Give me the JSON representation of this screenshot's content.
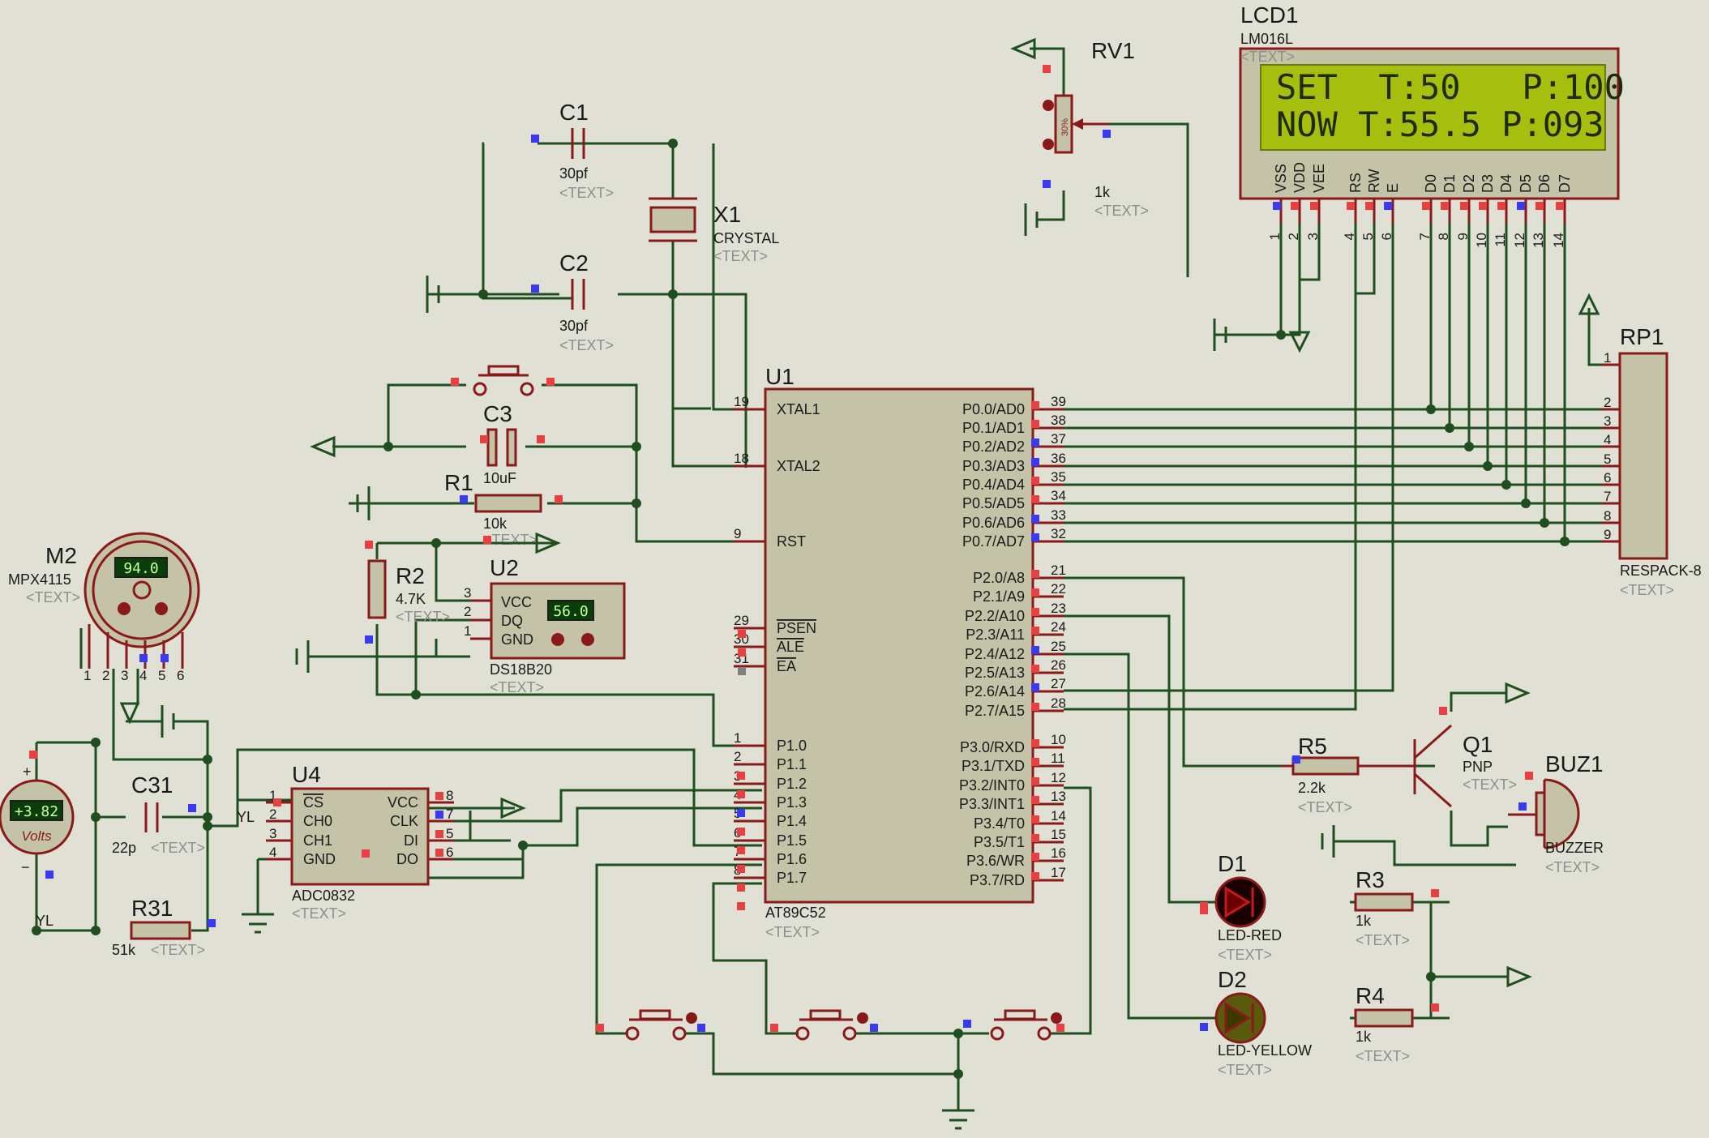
{
  "lcd": {
    "ref": "LCD1",
    "model": "LM016L",
    "text": "<TEXT>",
    "line1": "SET  T:50   P:100",
    "line2": "NOW T:55.5 P:093",
    "pin_names": [
      "VSS",
      "VDD",
      "VEE",
      "RS",
      "RW",
      "E",
      "D0",
      "D1",
      "D2",
      "D3",
      "D4",
      "D5",
      "D6",
      "D7"
    ],
    "pin_numbers": [
      "1",
      "2",
      "3",
      "4",
      "5",
      "6",
      "7",
      "8",
      "9",
      "10",
      "11",
      "12",
      "13",
      "14"
    ]
  },
  "rv1": {
    "ref": "RV1",
    "value": "1k",
    "text": "<TEXT>",
    "percent": "30%"
  },
  "c1": {
    "ref": "C1",
    "value": "30pf",
    "text": "<TEXT>"
  },
  "c2": {
    "ref": "C2",
    "value": "30pf",
    "text": "<TEXT>"
  },
  "x1": {
    "ref": "X1",
    "value": "CRYSTAL",
    "text": "<TEXT>"
  },
  "c3": {
    "ref": "C3",
    "value": "10uF"
  },
  "r1": {
    "ref": "R1",
    "value": "10k",
    "text": "<TEXT>"
  },
  "r2": {
    "ref": "R2",
    "value": "4.7K",
    "text": "<TEXT>"
  },
  "u2": {
    "ref": "U2",
    "model": "DS18B20",
    "text": "<TEXT>",
    "reading": "56.0",
    "pins": [
      "VCC",
      "DQ",
      "GND"
    ],
    "pin_numbers": [
      "3",
      "2",
      "1"
    ]
  },
  "m2": {
    "ref": "M2",
    "model": "MPX4115",
    "text": "<TEXT>",
    "reading": "94.0",
    "pin_numbers": [
      "1",
      "2",
      "3",
      "4",
      "5",
      "6"
    ]
  },
  "voltmeter": {
    "reading": "+3.82",
    "unit": "Volts",
    "plus": "+",
    "minus": "−"
  },
  "c31": {
    "ref": "C31",
    "value": "22p",
    "text": "<TEXT>"
  },
  "r31": {
    "ref": "R31",
    "value": "51k",
    "text": "<TEXT>"
  },
  "net_yl": "YL",
  "u4": {
    "ref": "U4",
    "model": "ADC0832",
    "text": "<TEXT>",
    "left_pins": [
      "CS",
      "CH0",
      "CH1",
      "GND"
    ],
    "left_numbers": [
      "1",
      "2",
      "3",
      "4"
    ],
    "right_pins": [
      "VCC",
      "CLK",
      "DI",
      "DO"
    ],
    "right_numbers": [
      "8",
      "7",
      "5",
      "6"
    ]
  },
  "u1": {
    "ref": "U1",
    "model": "AT89C52",
    "text": "<TEXT>",
    "left_pins": [
      {
        "name": "XTAL1",
        "num": "19"
      },
      {
        "name": "XTAL2",
        "num": "18"
      },
      {
        "name": "RST",
        "num": "9"
      },
      {
        "name": "PSEN",
        "num": "29"
      },
      {
        "name": "ALE",
        "num": "30"
      },
      {
        "name": "EA",
        "num": "31"
      },
      {
        "name": "P1.0",
        "num": "1"
      },
      {
        "name": "P1.1",
        "num": "2"
      },
      {
        "name": "P1.2",
        "num": "3"
      },
      {
        "name": "P1.3",
        "num": "4"
      },
      {
        "name": "P1.4",
        "num": "5"
      },
      {
        "name": "P1.5",
        "num": "6"
      },
      {
        "name": "P1.6",
        "num": "7"
      },
      {
        "name": "P1.7",
        "num": "8"
      }
    ],
    "right_pins": [
      {
        "name": "P0.0/AD0",
        "num": "39"
      },
      {
        "name": "P0.1/AD1",
        "num": "38"
      },
      {
        "name": "P0.2/AD2",
        "num": "37"
      },
      {
        "name": "P0.3/AD3",
        "num": "36"
      },
      {
        "name": "P0.4/AD4",
        "num": "35"
      },
      {
        "name": "P0.5/AD5",
        "num": "34"
      },
      {
        "name": "P0.6/AD6",
        "num": "33"
      },
      {
        "name": "P0.7/AD7",
        "num": "32"
      },
      {
        "name": "P2.0/A8",
        "num": "21"
      },
      {
        "name": "P2.1/A9",
        "num": "22"
      },
      {
        "name": "P2.2/A10",
        "num": "23"
      },
      {
        "name": "P2.3/A11",
        "num": "24"
      },
      {
        "name": "P2.4/A12",
        "num": "25"
      },
      {
        "name": "P2.5/A13",
        "num": "26"
      },
      {
        "name": "P2.6/A14",
        "num": "27"
      },
      {
        "name": "P2.7/A15",
        "num": "28"
      },
      {
        "name": "P3.0/RXD",
        "num": "10"
      },
      {
        "name": "P3.1/TXD",
        "num": "11"
      },
      {
        "name": "P3.2/INT0",
        "num": "12"
      },
      {
        "name": "P3.3/INT1",
        "num": "13"
      },
      {
        "name": "P3.4/T0",
        "num": "14"
      },
      {
        "name": "P3.5/T1",
        "num": "15"
      },
      {
        "name": "P3.6/WR",
        "num": "16"
      },
      {
        "name": "P3.7/RD",
        "num": "17"
      }
    ]
  },
  "rp1": {
    "ref": "RP1",
    "model": "RESPACK-8",
    "text": "<TEXT>",
    "pin_numbers": [
      "1",
      "2",
      "3",
      "4",
      "5",
      "6",
      "7",
      "8",
      "9"
    ]
  },
  "r5": {
    "ref": "R5",
    "value": "2.2k",
    "text": "<TEXT>"
  },
  "q1": {
    "ref": "Q1",
    "model": "PNP",
    "text": "<TEXT>"
  },
  "buz1": {
    "ref": "BUZ1",
    "model": "BUZZER",
    "text": "<TEXT>"
  },
  "d1": {
    "ref": "D1",
    "model": "LED-RED",
    "text": "<TEXT>"
  },
  "d2": {
    "ref": "D2",
    "model": "LED-YELLOW",
    "text": "<TEXT>"
  },
  "r3": {
    "ref": "R3",
    "value": "1k",
    "text": "<TEXT>"
  },
  "r4": {
    "ref": "R4",
    "value": "1k",
    "text": "<TEXT>"
  },
  "colors": {
    "background": "#e0e0d4",
    "wire": "#1f4f1f",
    "component": "#8a1a1a",
    "body": "#c4c3a7",
    "lcd": "#a6bf0f",
    "pin_high": "#e84040",
    "pin_low": "#3a3af0"
  }
}
